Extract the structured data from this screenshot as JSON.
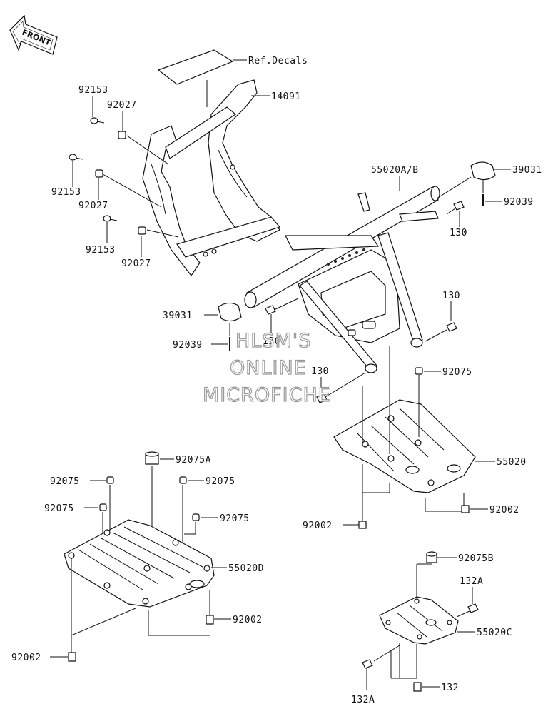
{
  "front_badge": "FRONT",
  "labels": {
    "ref_decals": "Ref.Decals",
    "p14091": "14091",
    "p92153_a": "92153",
    "p92027_a": "92027",
    "p92153_b": "92153",
    "p92027_b": "92027",
    "p92153_c": "92153",
    "p92027_c": "92027",
    "p55020ab": "55020A/B",
    "p39031_r": "39031",
    "p92039_r": "92039",
    "p130_a": "130",
    "p130_b": "130",
    "p39031_l": "39031",
    "p92039_l": "92039",
    "p130_c": "130",
    "p130_d": "130",
    "p92075_r": "92075",
    "p55020": "55020",
    "p92002_r1": "92002",
    "p92002_r2": "92002",
    "p92075a": "92075A",
    "p92075_l1": "92075",
    "p92075_l2": "92075",
    "p92075_l3": "92075",
    "p92075_l4": "92075",
    "p55020d": "55020D",
    "p92002_l1": "92002",
    "p92002_l2": "92002",
    "p92075b": "92075B",
    "p132a_r": "132A",
    "p55020c": "55020C",
    "p132a_l": "132A",
    "p132": "132"
  },
  "watermark": {
    "line1": "HLSM'S",
    "line2": "ONLINE",
    "line3": "MICROFICHE"
  }
}
